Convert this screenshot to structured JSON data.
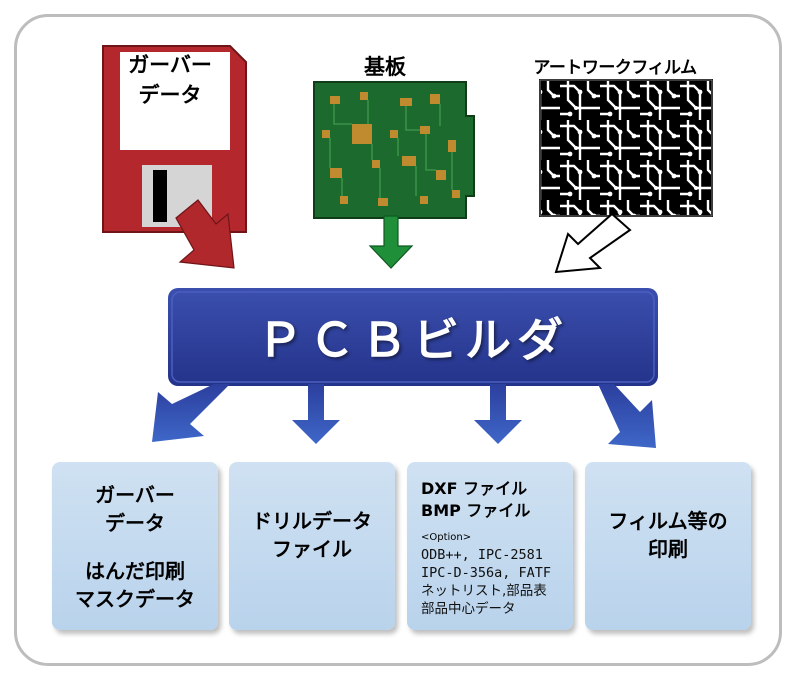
{
  "sources": {
    "floppy": {
      "label_lines": [
        "ガーバー",
        "データ"
      ],
      "icon": "floppy-disk-icon",
      "color": "#b0272c"
    },
    "pcb": {
      "label": "基板",
      "icon": "circuit-board-icon",
      "color": "#1f6b2f"
    },
    "film": {
      "label": "アートワークフィルム",
      "icon": "artwork-film-icon"
    }
  },
  "builder": {
    "label": "ＰＣＢビルダ",
    "color": "#2b3d9c"
  },
  "outputs": [
    {
      "lines": [
        "ガーバー",
        "データ",
        "はんだ印刷",
        "マスクデータ"
      ]
    },
    {
      "lines": [
        "ドリルデータ",
        "ファイル"
      ]
    },
    {
      "lines": [
        "DXF ファイル",
        "BMP ファイル"
      ],
      "option_label": "<Option>",
      "option_lines": [
        "ODB++, IPC-2581",
        "IPC-D-356a, FATF",
        "ネットリスト,部品表",
        "部品中心データ"
      ]
    },
    {
      "lines": [
        "フィルム等の",
        "印刷"
      ]
    }
  ],
  "colors": {
    "box_fill": "#c4dbef",
    "arrow_blue": "#2e4fb0",
    "arrow_red": "#b0272c",
    "arrow_green": "#1f8f3a"
  }
}
